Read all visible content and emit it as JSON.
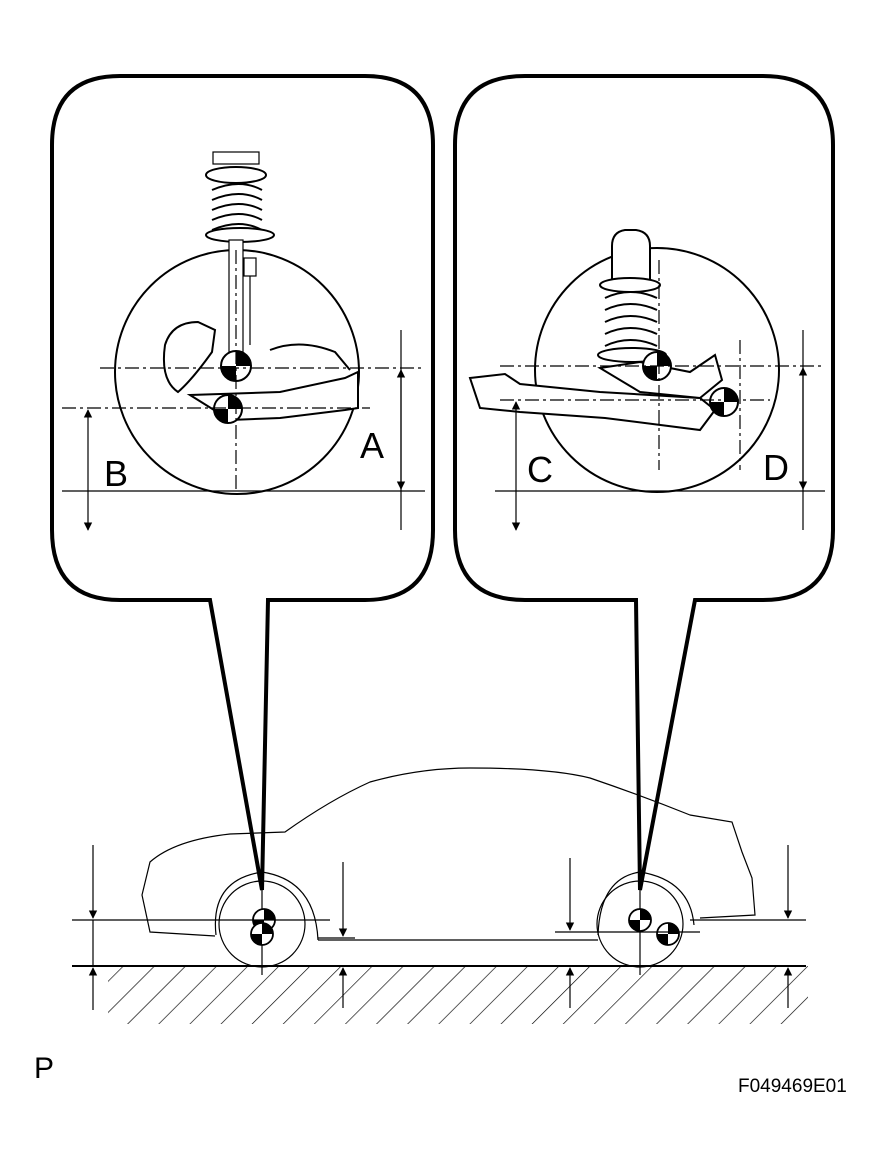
{
  "labels": {
    "front_left": "B",
    "front_right": "A",
    "rear_left": "C",
    "rear_right": "D",
    "corner": "P",
    "figure_code": "F049469E01"
  },
  "colors": {
    "ink": "#000000",
    "paper": "#ffffff"
  }
}
